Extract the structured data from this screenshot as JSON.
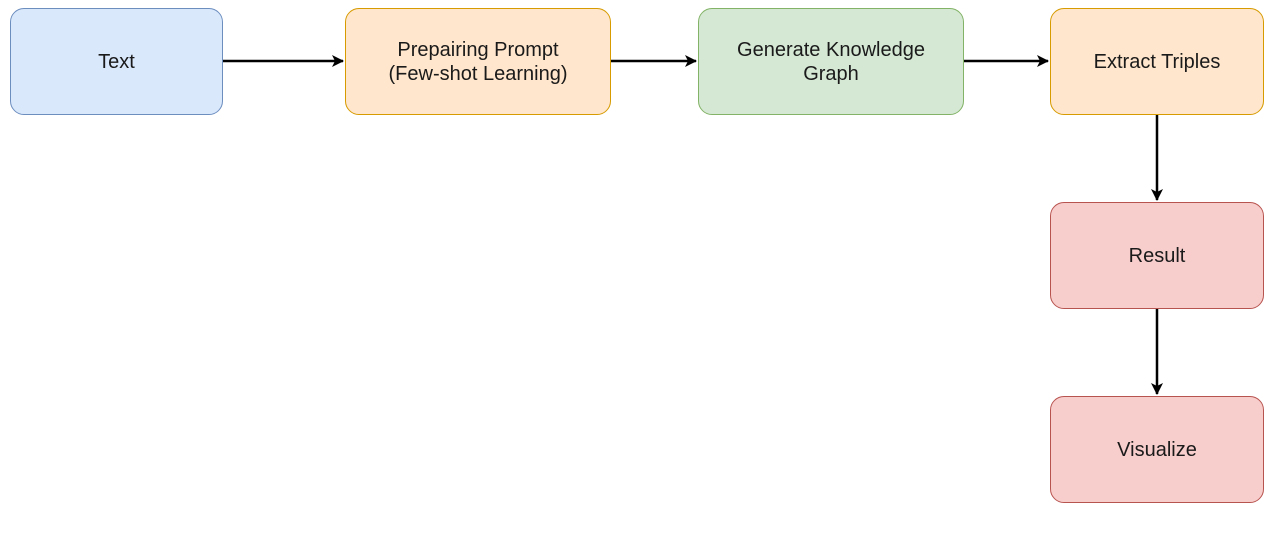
{
  "diagram": {
    "nodes": [
      {
        "id": "text",
        "label": "Text",
        "fill": "#dae8fc",
        "stroke": "#6c8ebf"
      },
      {
        "id": "prompt",
        "label": "Prepairing Prompt\n(Few-shot Learning)",
        "fill": "#ffe6cc",
        "stroke": "#d79b00"
      },
      {
        "id": "generate",
        "label": "Generate Knowledge\nGraph",
        "fill": "#d5e8d4",
        "stroke": "#82b366"
      },
      {
        "id": "extract",
        "label": "Extract Triples",
        "fill": "#ffe6cc",
        "stroke": "#d79b00"
      },
      {
        "id": "result",
        "label": "Result",
        "fill": "#f8cecc",
        "stroke": "#b85450"
      },
      {
        "id": "visual",
        "label": "Visualize",
        "fill": "#f8cecc",
        "stroke": "#b85450"
      }
    ],
    "edges": [
      {
        "from": "text",
        "to": "prompt"
      },
      {
        "from": "prompt",
        "to": "generate"
      },
      {
        "from": "generate",
        "to": "extract"
      },
      {
        "from": "extract",
        "to": "result"
      },
      {
        "from": "result",
        "to": "visual"
      }
    ],
    "edge_color": "#000000"
  }
}
